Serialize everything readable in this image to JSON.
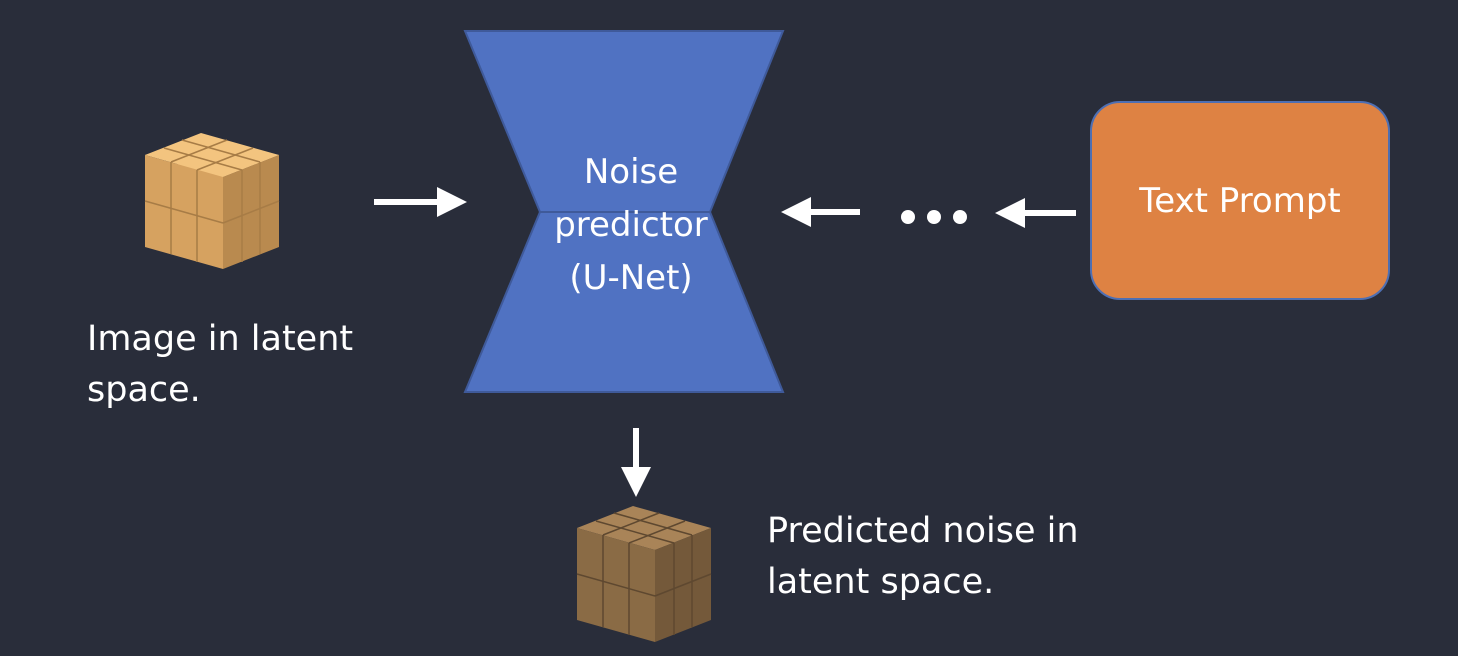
{
  "colors": {
    "background": "#292d3a",
    "unet_fill": "#5072c2",
    "unet_stroke": "#3f5a9a",
    "prompt_fill": "#de8243",
    "prompt_border": "#4e6fb3",
    "cube_light": "#f0bd77",
    "cube_dark": "#8d6d44",
    "arrow": "#ffffff",
    "text": "#ffffff"
  },
  "latent_image": {
    "icon": "cube-icon",
    "label_lines": [
      "Image in latent",
      "space."
    ]
  },
  "unet": {
    "label_lines": [
      "Noise",
      "predictor",
      "(U-Net)"
    ]
  },
  "text_prompt": {
    "label": "Text Prompt"
  },
  "predicted_noise": {
    "icon": "cube-icon",
    "label_lines": [
      "Predicted noise in",
      "latent space."
    ]
  },
  "connectors": {
    "ellipsis": "ellipsis-icon",
    "arrows": [
      "right-arrow-icon",
      "left-arrow-icon",
      "left-arrow-icon",
      "down-arrow-icon"
    ]
  }
}
